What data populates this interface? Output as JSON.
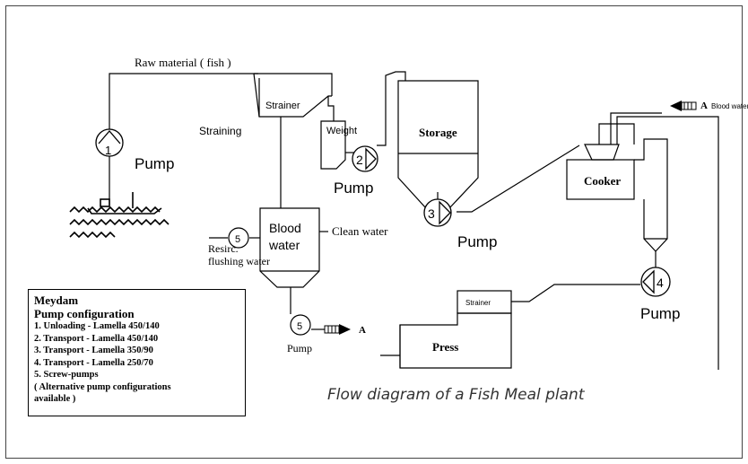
{
  "labels": {
    "raw_material": "Raw material ( fish )",
    "strainer_top": "Strainer",
    "weight": "Weight",
    "straining": "Straining",
    "storage": "Storage",
    "blood_water_tank_line1": "Blood",
    "blood_water_tank_line2": "water",
    "clean_water": "Clean water",
    "resirc_line1": "Resirc.",
    "resirc_line2": "flushing water",
    "cooker": "Cooker",
    "press": "Press",
    "strainer_press": "Strainer",
    "blood_water_in_A": "A",
    "blood_water_in_text": "Blood water",
    "out_A": "A"
  },
  "pumps": {
    "p1": {
      "number": "1",
      "label": "Pump"
    },
    "p2": {
      "number": "2",
      "label": "Pump"
    },
    "p3": {
      "number": "3",
      "label": "Pump"
    },
    "p4": {
      "number": "4",
      "label": "Pump"
    },
    "p5_bottom": {
      "number": "5",
      "label": "Pump"
    },
    "p5_resirc": {
      "number": "5"
    }
  },
  "legend": {
    "title1": "Meydam",
    "title2": "Pump configuration",
    "items": [
      "1. Unloading - Lamella 450/140",
      "2. Transport - Lamella 450/140",
      "3. Transport - Lamella 350/90",
      "4. Transport - Lamella 250/70",
      "5. Screw-pumps",
      "( Alternative pump configurations",
      "available )"
    ]
  },
  "caption": "Flow diagram of a Fish Meal plant"
}
